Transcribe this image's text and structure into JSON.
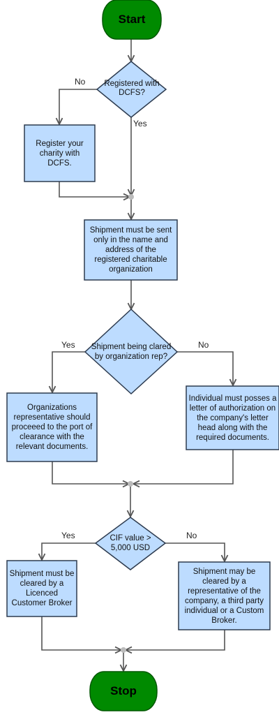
{
  "colors": {
    "terminal_fill": "#008a00",
    "terminal_stroke": "#005700",
    "process_fill": "#bddcff",
    "process_stroke": "#2d3b4f",
    "edge": "#555555",
    "junction": "#bbbbbb"
  },
  "nodes": {
    "start": "Start",
    "decision_registered": "Registered with DCFS?",
    "register_charity": "Register your charity with DCFS.",
    "shipment_name": "Shipment must be sent only in the name and address of the registered charitable organization",
    "decision_cleared": "Shipment being clared by organization rep?",
    "org_rep": "Organizations representative should proceeed to the port of clearance with the relevant documents.",
    "individual_letter": "Individual must posses a letter of authorization on the company's letter head along with the required documents.",
    "decision_cif": "CIF value > 5,000 USD",
    "licensed_broker": "Shipment must be cleared by a Licenced Customer Broker",
    "representative": "Shipment may be cleared by a representative of the company, a third party individual or a Custom Broker.",
    "stop": "Stop"
  },
  "edge_labels": {
    "registered_no": "No",
    "registered_yes": "Yes",
    "cleared_yes": "Yes",
    "cleared_no": "No",
    "cif_yes": "Yes",
    "cif_no": "No"
  }
}
